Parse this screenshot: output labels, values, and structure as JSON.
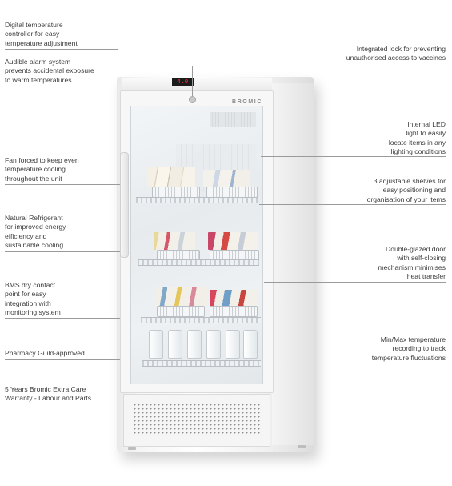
{
  "product": {
    "brand": "BROMIC",
    "display_readout": "4.0"
  },
  "callouts": {
    "left": [
      "Digital temperature\ncontroller for easy\ntemperature adjustment",
      "Audible alarm system\nprevents accidental exposure\nto warm temperatures",
      "Fan forced to keep even\ntemperature cooling\nthroughout the unit",
      "Natural Refrigerant\nfor improved energy\nefficiency and\nsustainable cooling",
      "BMS dry contact\npoint for easy\nintegration with\nmonitoring system",
      "Pharmacy Guild-approved",
      "5 Years Bromic Extra Care\nWarranty - Labour and Parts"
    ],
    "right": [
      "Integrated lock for preventing\nunauthorised access to vaccines",
      "Internal LED\nlight to easily\nlocate items in any\nlighting conditions",
      "3 adjustable shelves for\neasy positioning and\norganisation of your items",
      "Double-glazed door\nwith self-closing\nmechanism minimises\nheat transfer",
      "Min/Max temperature\nrecording to track\ntemperature fluctuations"
    ]
  },
  "colors": {
    "text": "#3c3c3c",
    "leader_line": "#9a9a9a",
    "display_digits": "#ff3b3b"
  }
}
